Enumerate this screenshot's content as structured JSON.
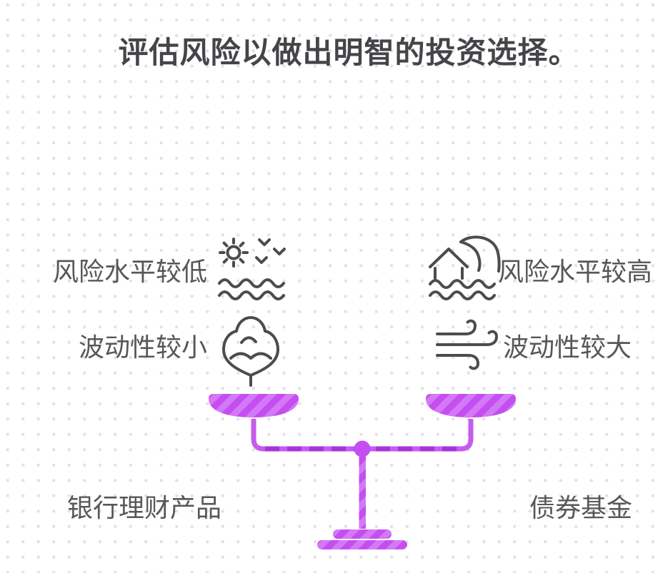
{
  "title": "评估风险以做出明智的投资选择。",
  "comparison": {
    "left": {
      "risk_label": "风险水平较低",
      "volatility_label": "波动性较小",
      "product_label": "银行理财产品",
      "risk_icon": "calm-sea-icon",
      "volatility_icon": "cotton-flower-icon"
    },
    "right": {
      "risk_label": "风险水平较高",
      "volatility_label": "波动性较大",
      "product_label": "债券基金",
      "risk_icon": "tsunami-wave-house-icon",
      "volatility_icon": "wind-icon"
    }
  },
  "illustration": {
    "name": "balance-scale",
    "state": "balanced"
  },
  "colors": {
    "background": "#ffffff",
    "dot_grid": "#e3e3e7",
    "title_text": "#454549",
    "label_text": "#57575a",
    "icon_stroke": "#4c4c4f",
    "scale_purple": "#c44ef0",
    "scale_stripe_light": "#d378f6",
    "scale_dash_dark": "#a932da",
    "scale_beam_light": "#c55bef"
  }
}
